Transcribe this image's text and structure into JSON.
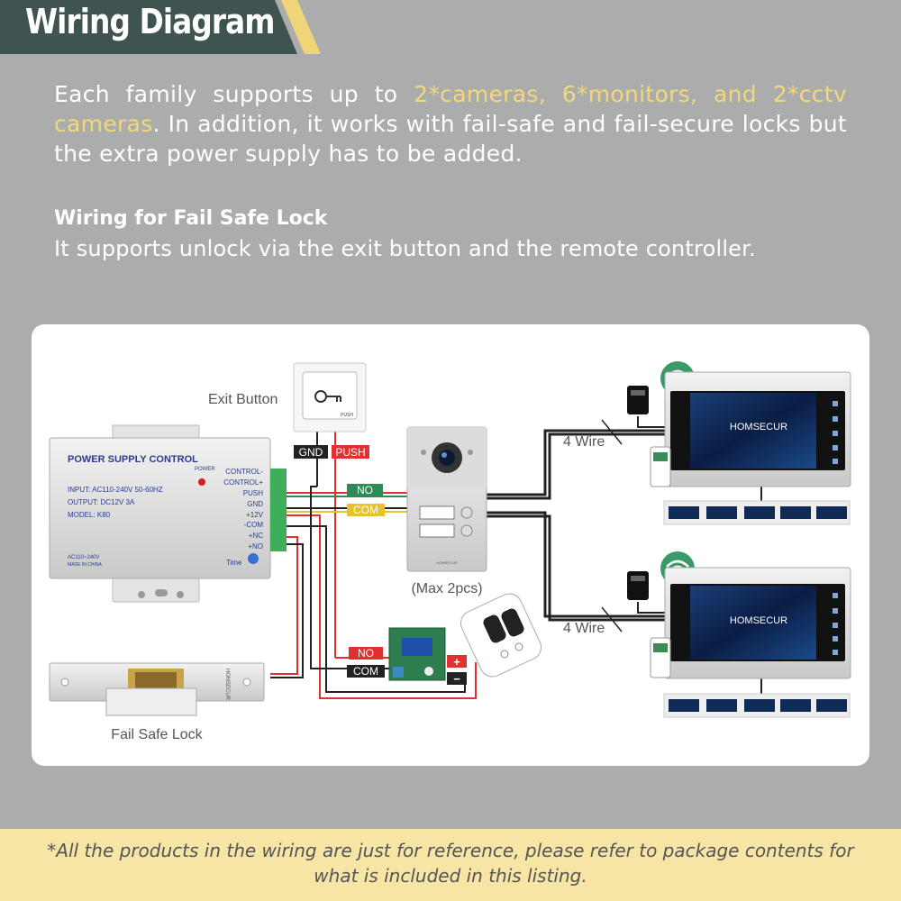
{
  "header": {
    "title": "Wiring Diagram"
  },
  "intro": {
    "text_before": "Each family supports up to ",
    "highlight": "2*cameras, 6*monitors, and 2*cctv cameras",
    "text_after": ". In addition, it works with fail-safe and fail-secure locks but the extra power supply has to be added."
  },
  "section": {
    "title": "Wiring for Fail Safe Lock",
    "text": "It supports unlock via the exit button and the remote controller."
  },
  "diagram": {
    "exit_button_label": "Exit Button",
    "exit_button_push": "PUSH",
    "power_supply": {
      "title": "POWER SUPPLY CONTROL",
      "input": "INPUT: AC110-240V 50-60HZ",
      "output": "OUTPUT: DC12V  3A",
      "model": "MODEL: K80",
      "power": "POWER",
      "ac_line": "AC110~240V",
      "made_in": "MADE IN CHINA",
      "time": "Time",
      "terminals": [
        "CONTROL-",
        "CONTROL+",
        "PUSH",
        "GND",
        "+12V",
        "-COM",
        "+NC",
        "+NO"
      ]
    },
    "tag_gnd": "GND",
    "tag_push": "PUSH",
    "tag_no_1": "NO",
    "tag_com_1": "COM",
    "tag_no_2": "NO",
    "tag_com_2": "COM",
    "tag_plus": "+",
    "tag_minus": "−",
    "camera_brand": "HOMSECUR",
    "camera_note": "(Max 2pcs)",
    "monitor_brand": "HOMSECUR",
    "wire_label_1": "4 Wire",
    "wire_label_2": "4 Wire",
    "lock_label": "Fail Safe Lock",
    "lock_brand": "HOMSECUR"
  },
  "footer": {
    "text": "*All the products in the wiring are just for reference, please refer to package contents for what is included in this listing."
  },
  "colors": {
    "header_bg": "#3f5350",
    "header_accent": "#f0d478",
    "highlight": "#f4d77c",
    "tag_black": "#222222",
    "tag_red": "#e03030",
    "tag_green": "#2e8b57",
    "tag_yellow": "#e6c22e",
    "footer_bg": "#f7e5a6"
  }
}
